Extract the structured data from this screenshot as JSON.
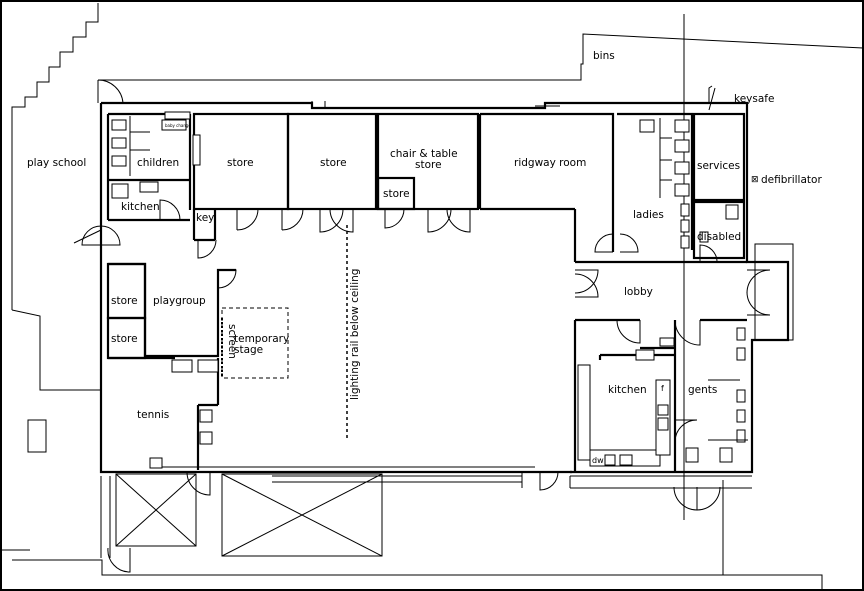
{
  "labels": {
    "play_school": "play school",
    "children": "children",
    "baby_change": "baby change",
    "kitchen_small": "kitchen",
    "key": "key",
    "store_1": "store",
    "store_2": "store",
    "chair_table_store_line1": "chair & table",
    "chair_table_store_line2": "store",
    "store_small": "store",
    "ridgway_room": "ridgway room",
    "ladies": "ladies",
    "services": "services",
    "disabled": "disabled",
    "keysafe": "keysafe",
    "defibrillator": "defibrillator",
    "bins": "bins",
    "store_left_upper": "store",
    "store_left_lower": "store",
    "playgroup": "playgroup",
    "screen": "screen",
    "temporary_stage_line1": "temporary",
    "temporary_stage_line2": "stage",
    "lighting_rail": "lighting rail below ceiling",
    "lobby": "lobby",
    "kitchen_main": "kitchen",
    "fridge": "f",
    "dishwasher": "dw",
    "gents": "gents",
    "tennis": "tennis"
  }
}
